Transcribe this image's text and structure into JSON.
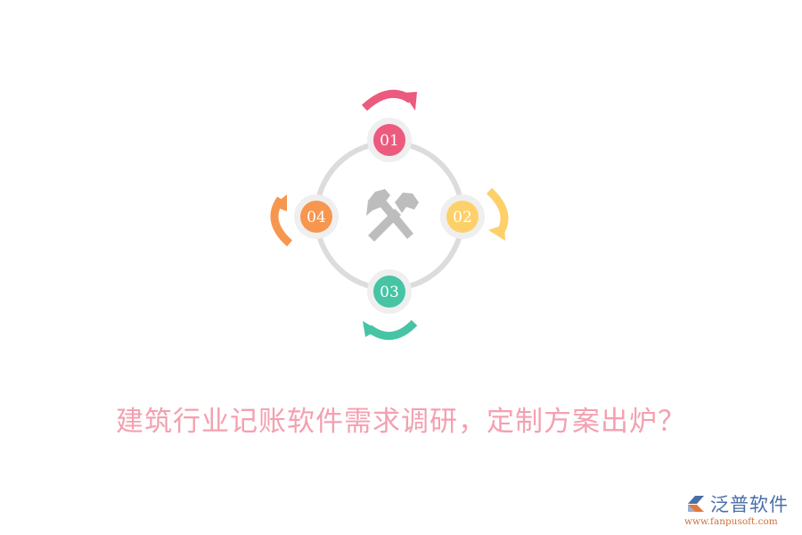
{
  "diagram": {
    "type": "cycle",
    "center_icon": "crossed-hammers-icon",
    "ring_color": "#dcdcdc",
    "node_halo_color": "#efeff0",
    "icon_color": "#bdbdbd",
    "nodes": [
      {
        "label": "01",
        "color": "#ec5a7e",
        "position": "top"
      },
      {
        "label": "02",
        "color": "#fdd06a",
        "position": "right"
      },
      {
        "label": "03",
        "color": "#46c4a4",
        "position": "bottom"
      },
      {
        "label": "04",
        "color": "#f7964f",
        "position": "left"
      }
    ],
    "arrows": [
      {
        "name": "arrow-top",
        "color": "#ec5a7e",
        "direction": "clockwise"
      },
      {
        "name": "arrow-right",
        "color": "#fdd06a",
        "direction": "clockwise"
      },
      {
        "name": "arrow-bottom",
        "color": "#46c4a4",
        "direction": "clockwise"
      },
      {
        "name": "arrow-left",
        "color": "#f7964f",
        "direction": "clockwise"
      }
    ]
  },
  "title": {
    "text": "建筑行业记账软件需求调研，定制方案出炉？",
    "color": "#f4a0b0"
  },
  "logo": {
    "name": "泛普软件",
    "url": "www.fanpusoft.com",
    "icon": "fanpu-logo-icon"
  }
}
